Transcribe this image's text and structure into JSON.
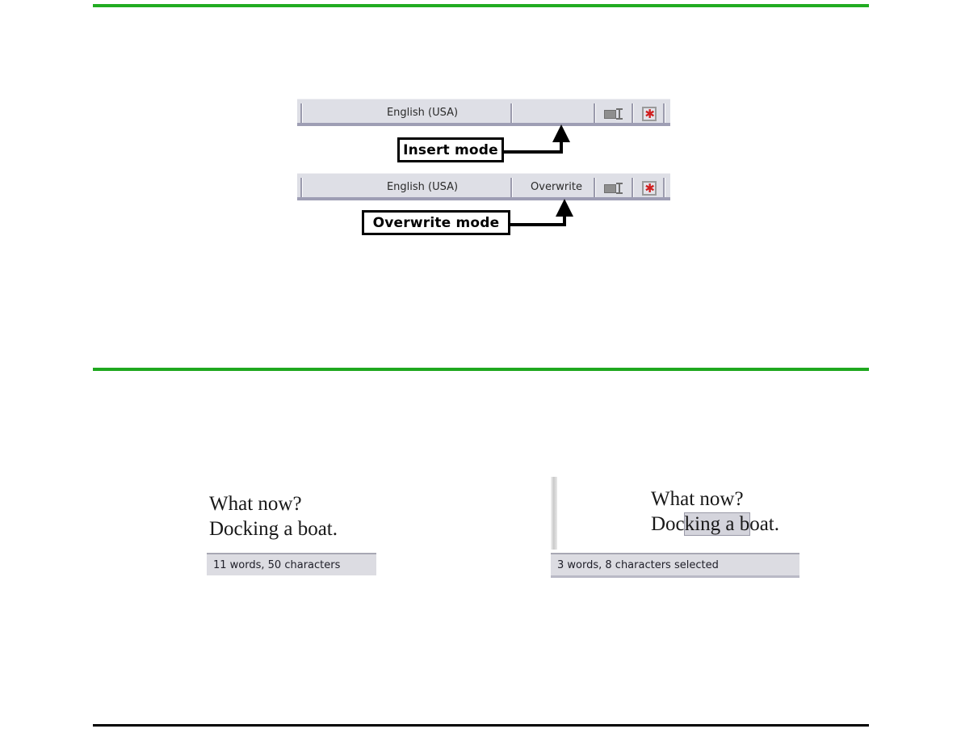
{
  "page": {
    "rules": {
      "top_color": "#22ac22",
      "middle_color": "#1fa81f",
      "bottom_color": "#000000"
    }
  },
  "figure_insert_mode": {
    "statusbar": {
      "language": "English (USA)",
      "insert_overwrite": "",
      "selection_mode_icon": "selection-mode-icon",
      "modified_icon": "document-modified-icon"
    },
    "callout": {
      "label": "Insert mode"
    }
  },
  "figure_overwrite_mode": {
    "statusbar": {
      "language": "English (USA)",
      "insert_overwrite": "Overwrite",
      "selection_mode_icon": "selection-mode-icon",
      "modified_icon": "document-modified-icon"
    },
    "callout": {
      "label": "Overwrite mode"
    }
  },
  "figure_word_count": {
    "left_sample": {
      "line1": "What now?",
      "line2": "Docking a boat.",
      "word_count_text": "11 words, 50 characters"
    },
    "right_sample": {
      "line1": "What now?",
      "line2_before": "Doc",
      "line2_selected": "king a b",
      "line2_after": "oat.",
      "word_count_text": "3 words, 8 characters selected"
    }
  }
}
